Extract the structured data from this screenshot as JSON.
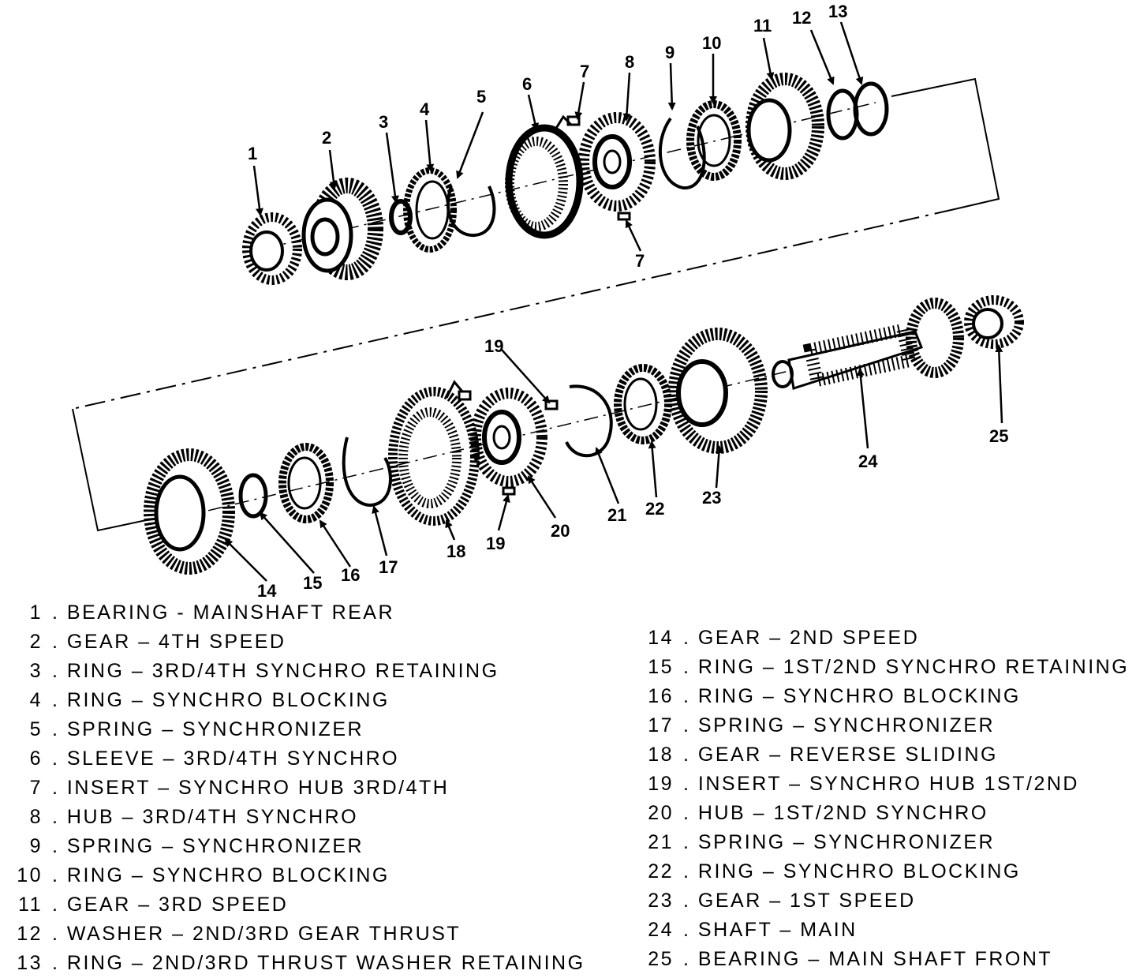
{
  "parts": [
    {
      "num": "1",
      "name": "BEARING  - MAINSHAFT REAR"
    },
    {
      "num": "2",
      "name": "GEAR – 4TH SPEED"
    },
    {
      "num": "3",
      "name": "RING – 3RD/4TH SYNCHRO RETAINING"
    },
    {
      "num": "4",
      "name": "RING – SYNCHRO BLOCKING"
    },
    {
      "num": "5",
      "name": "SPRING – SYNCHRONIZER"
    },
    {
      "num": "6",
      "name": "SLEEVE – 3RD/4TH SYNCHRO"
    },
    {
      "num": "7",
      "name": "INSERT – SYNCHRO HUB 3RD/4TH"
    },
    {
      "num": "8",
      "name": "HUB – 3RD/4TH SYNCHRO"
    },
    {
      "num": "9",
      "name": "SPRING – SYNCHRONIZER"
    },
    {
      "num": "10",
      "name": "RING – SYNCHRO BLOCKING"
    },
    {
      "num": "11",
      "name": "GEAR – 3RD SPEED"
    },
    {
      "num": "12",
      "name": "WASHER – 2ND/3RD GEAR THRUST"
    },
    {
      "num": "13",
      "name": "RING – 2ND/3RD THRUST WASHER RETAINING"
    },
    {
      "num": "14",
      "name": "GEAR – 2ND SPEED"
    },
    {
      "num": "15",
      "name": "RING – 1ST/2ND SYNCHRO RETAINING"
    },
    {
      "num": "16",
      "name": "RING – SYNCHRO BLOCKING"
    },
    {
      "num": "17",
      "name": "SPRING – SYNCHRONIZER"
    },
    {
      "num": "18",
      "name": "GEAR – REVERSE SLIDING"
    },
    {
      "num": "19",
      "name": "INSERT – SYNCHRO HUB 1ST/2ND"
    },
    {
      "num": "20",
      "name": "HUB – 1ST/2ND SYNCHRO"
    },
    {
      "num": "21",
      "name": "SPRING – SYNCHRONIZER"
    },
    {
      "num": "22",
      "name": "RING – SYNCHRO BLOCKING"
    },
    {
      "num": "23",
      "name": "GEAR – 1ST SPEED"
    },
    {
      "num": "24",
      "name": "SHAFT – MAIN"
    },
    {
      "num": "25",
      "name": "BEARING – MAIN SHAFT FRONT"
    }
  ],
  "callouts": {
    "c1": "1",
    "c2": "2",
    "c3": "3",
    "c4": "4",
    "c5": "5",
    "c6": "6",
    "c7a": "7",
    "c7b": "7",
    "c8": "8",
    "c9": "9",
    "c10": "10",
    "c11": "11",
    "c12": "12",
    "c13": "13",
    "c14": "14",
    "c15": "15",
    "c16": "16",
    "c17": "17",
    "c18": "18",
    "c19a": "19",
    "c19b": "19",
    "c20": "20",
    "c21": "21",
    "c22": "22",
    "c23": "23",
    "c24": "24",
    "c25": "25"
  }
}
